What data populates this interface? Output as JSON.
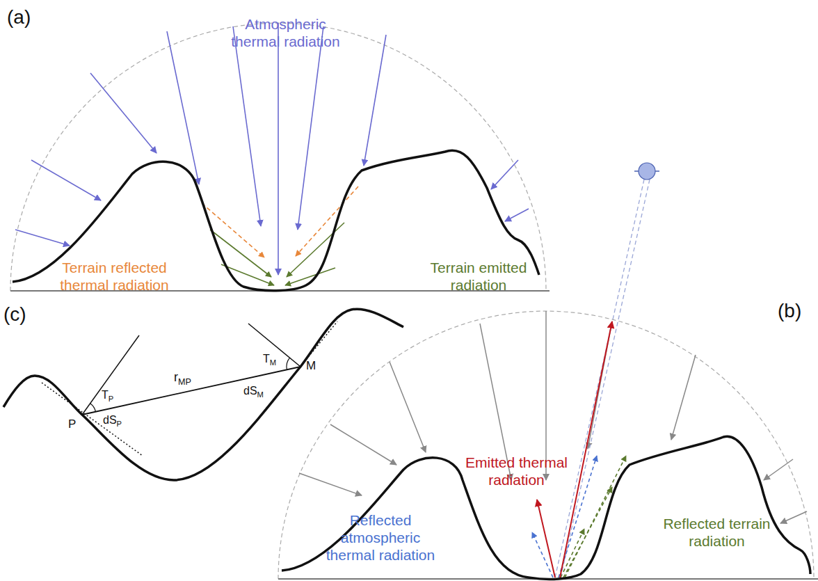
{
  "diagram": {
    "labels": [
      "(a)",
      "Atmospheric thermal radiation",
      "Terrain reflected thermal radiation",
      "Terrain emitted radiation",
      "(b)",
      "Emitted thermal radiation",
      "Reflected atmospheric thermal radiation",
      "Reflected terrain radiation",
      "(c)",
      "TP",
      "TM",
      "rMP",
      "dSM",
      "dSP",
      "P",
      "M"
    ]
  }
}
